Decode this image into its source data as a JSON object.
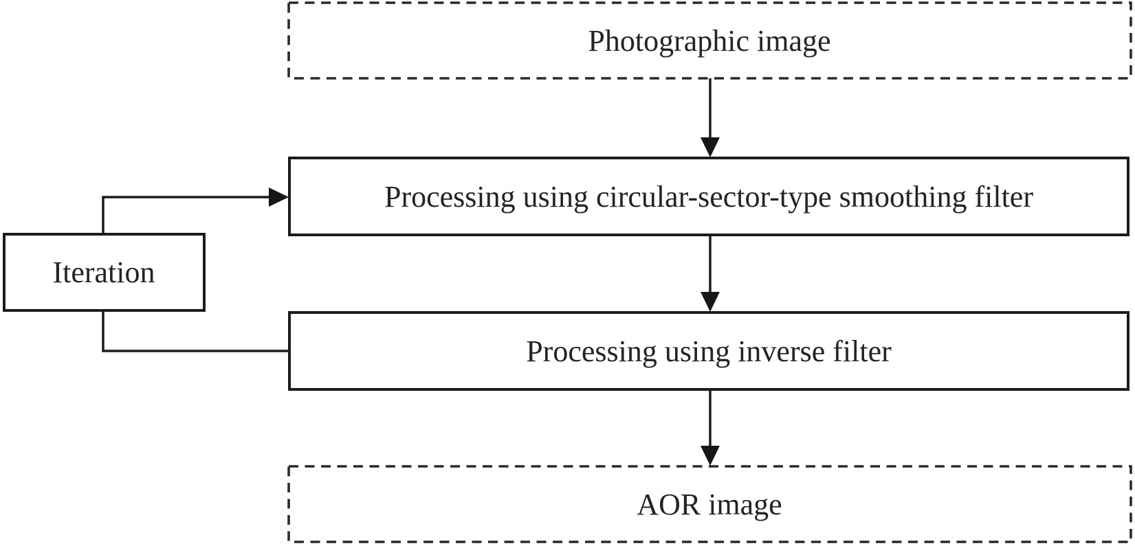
{
  "diagram": {
    "type": "flowchart",
    "nodes": {
      "photographic_image": {
        "label": "Photographic image",
        "border": "dashed"
      },
      "smoothing_filter": {
        "label": "Processing using circular-sector-type smoothing filter",
        "border": "solid"
      },
      "inverse_filter": {
        "label": "Processing using inverse filter",
        "border": "solid"
      },
      "aor_image": {
        "label": "AOR image",
        "border": "dashed"
      },
      "iteration": {
        "label": "Iteration",
        "border": "solid"
      }
    },
    "flows": [
      "photographic_image -> smoothing_filter",
      "smoothing_filter -> inverse_filter",
      "inverse_filter -> aor_image",
      "inverse_filter -> iteration (feedback, no arrowhead at elbow)",
      "iteration -> smoothing_filter (feedback, arrowhead into left edge)"
    ],
    "colors": {
      "background": "#ffffff",
      "line": "#1c1c1c",
      "text": "#242424"
    }
  }
}
